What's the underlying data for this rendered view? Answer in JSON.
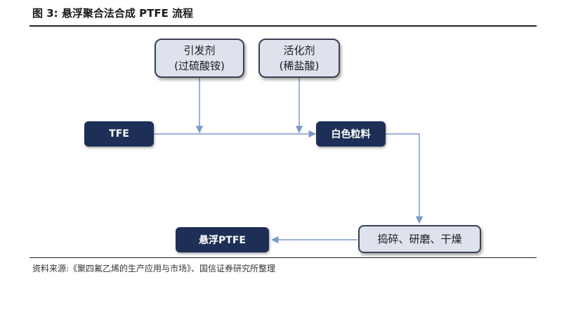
{
  "figure": {
    "title": "图 3:  悬浮聚合法合成 PTFE 流程",
    "source": "资料来源:《聚四氟乙烯的生产应用与市场》、国信证券研究所整理"
  },
  "nodes": {
    "initiator": {
      "line1": "引发剂",
      "line2": "(过硫酸铵)"
    },
    "activator": {
      "line1": "活化剂",
      "line2": "(稀盐酸)"
    },
    "tfe": "TFE",
    "white_pellets": "白色粒料",
    "processing": "捣碎、研磨、干燥",
    "suspension_ptfe": "悬浮PTFE"
  },
  "colors": {
    "dark_box": "#1d2f56",
    "light_box": "#dde2ec",
    "arrow": "#7d9ac8"
  }
}
